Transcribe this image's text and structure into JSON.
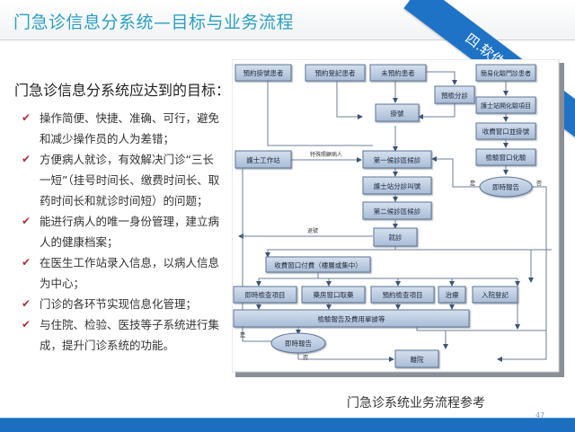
{
  "header": {
    "title": "门急诊信息分系统—目标与业务流程",
    "section_ribbon": "四.软件设计方案"
  },
  "goals": {
    "heading": "门急诊信息分系统应达到的目标：",
    "bullet_icon": "checkmark-icon",
    "items": [
      "操作简便、快捷、准确、可行，避免和减少操作员的人为差错；",
      "方便病人就诊，有效解决门诊“三长一短”（挂号时间长、缴费时间长、取药时间长和就诊时间短）的问题；",
      "能进行病人的唯一身份管理，建立病人的健康档案；",
      "在医生工作站录入信息，以病人信息为中心；",
      "门诊的各环节实现信息化管理；",
      "与住院、检验、医技等子系统进行集成，提升门诊系统的功能。"
    ]
  },
  "diagram": {
    "nodes": {
      "reserved_reg": "預約掛號患者",
      "reserved_record": "預約登記患者",
      "unreserved": "未預約患者",
      "simple_lab": "簡易化驗門診患者",
      "pre_triage": "預檢分診",
      "register": "掛號",
      "nurse_lab_items": "護士站開化驗項目",
      "fee_register": "收費窗口並掛號",
      "lab_window": "檢驗窗口化驗",
      "instant_report_top": "即時報告",
      "nurse_station": "護士工作站",
      "wait1": "第一候診區候診",
      "nurse_call": "護士站分診叫號",
      "wait2": "第二候診區候診",
      "consult": "就診",
      "pay": "收費窗口付費（樓層或集中）",
      "instant_exam": "即時檢查項目",
      "pharmacy": "藥房窗口取藥",
      "reserved_exam": "預約檢查項目",
      "treatment": "治療",
      "admission": "入院登記",
      "reports": "檢驗報告及費用單據等",
      "instant_report_bottom": "即時報告",
      "leave": "離院"
    },
    "edge_labels": {
      "special_patient": "特殊照顧病人",
      "return_number": "退號",
      "yes_top": "是",
      "no_top": "否",
      "yes_bottom": "是",
      "no_bottom": "否"
    }
  },
  "caption": "门急诊系统业务流程参考",
  "page_number": "47",
  "colors": {
    "title": "#2a9fc4",
    "ribbon": "#1f73c6",
    "bottom_bar": "#1d6ec0",
    "check": "#b0303a",
    "node_fill": "#b5c6dd",
    "node_border": "#5d7595"
  }
}
